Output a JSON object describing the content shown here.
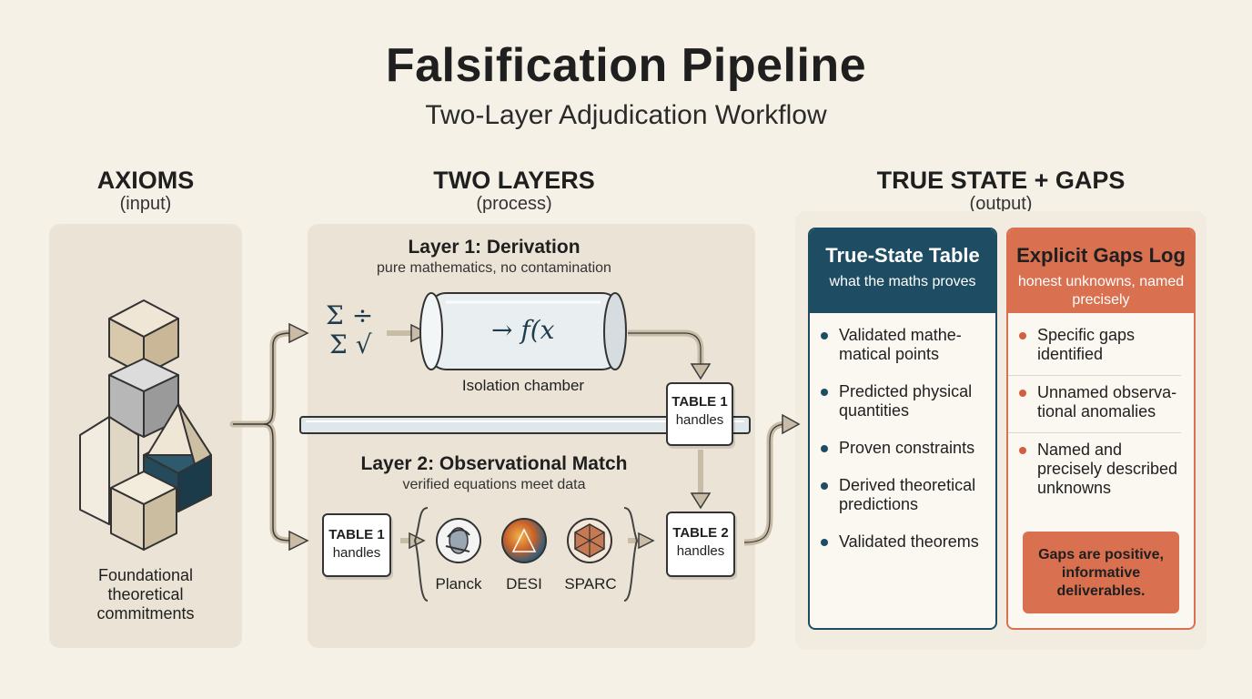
{
  "header": {
    "title": "Falsification Pipeline",
    "subtitle": "Two-Layer Adjudication Workflow"
  },
  "columns": {
    "axioms": {
      "title": "AXIOMS",
      "sub": "(input)",
      "caption": "Foundational theoretical commitments"
    },
    "layers": {
      "title": "TWO LAYERS",
      "sub": "(process)"
    },
    "output": {
      "title": "TRUE STATE + GAPS",
      "sub": "(output)"
    }
  },
  "layer1": {
    "title": "Layer 1: Derivation",
    "sub": "pure mathematics, no contamination",
    "chamber_label": "Isolation chamber",
    "formula_symbols": "Σ ÷",
    "formula_symbols2": "Σ √",
    "chamber_formula": "→ f(x"
  },
  "layer2": {
    "title": "Layer 2: Observational Match",
    "sub": "verified equations meet data",
    "datasets": [
      "Planck",
      "DESI",
      "SPARC"
    ]
  },
  "tags": {
    "table1_label": "TABLE 1",
    "table2_label": "TABLE 2",
    "handles": "handles"
  },
  "true_state": {
    "title": "True-State Table",
    "sub": "what the maths proves",
    "items": [
      "Validated mathe-matical points",
      "Predicted physical quantities",
      "Proven constraints",
      "Derived theoretical predictions",
      "Validated theorems"
    ]
  },
  "gaps_log": {
    "title": "Explicit Gaps Log",
    "sub": "honest unknowns, named precisely",
    "items": [
      "Specific gaps identified",
      "Unnamed observa-tional anomalies",
      "Named and precisely described unknowns"
    ],
    "callout": "Gaps are positive, informative deliverables."
  },
  "colors": {
    "background": "#f6f1e6",
    "panel": "#ebe4d6",
    "teal": "#1e4d63",
    "orange": "#d9704f"
  }
}
